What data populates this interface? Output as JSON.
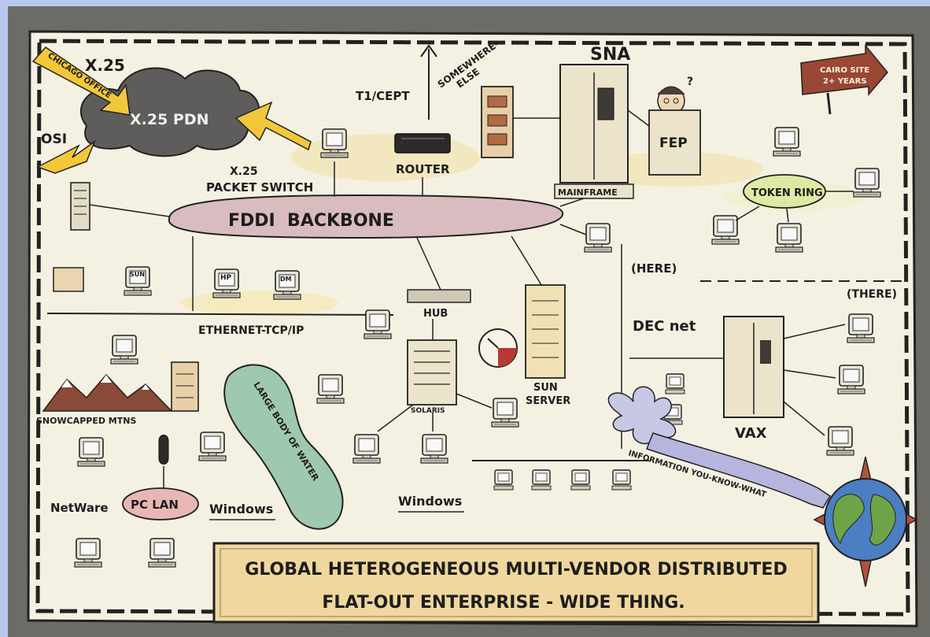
{
  "labels": {
    "x25": "X.25",
    "chicago_office": "CHICAGO OFFICE",
    "x25_pdn": "X.25 PDN",
    "osi": "OSI",
    "t1_cept": "T1/CEPT",
    "somewhere": "SOMEWHERE-",
    "else": "ELSE",
    "sna": "SNA",
    "cairo_1": "CAIRO SITE",
    "cairo_2": "2+ YEARS",
    "packet_switch_1": "X.25",
    "packet_switch_2": "PACKET SWITCH",
    "router": "ROUTER",
    "mainframe": "MAINFRAME",
    "fep": "FEP",
    "token_ring": "TOKEN RING",
    "fddi_backbone": "FDDI  BACKBONE",
    "here": "(HERE)",
    "there": "(THERE)",
    "hub": "HUB",
    "ethernet": "ETHERNET-TCP/IP",
    "decnet": "DEC net",
    "snowcapped": "SNOWCAPPED MTNS",
    "large_body_of_water": "LARGE BODY OF WATER",
    "solaris": "SOLARIS",
    "sun_server_1": "SUN",
    "sun_server_2": "SERVER",
    "vax": "VAX",
    "netware": "NetWare",
    "pc_lan": "PC LAN",
    "windows_1": "Windows",
    "windows_2": "Windows",
    "information": "INFORMATION YOU-KNOW-WHAT",
    "banner_line1": "GLOBAL HETEROGENEOUS MULTI-VENDOR DISTRIBUTED",
    "banner_line2": "FLAT-OUT ENTERPRISE - WIDE THING.",
    "monitor_hp": "HP",
    "monitor_sun": "SUN",
    "monitor_dm": "DM"
  },
  "colors": {
    "page_background": "#b8c8ec",
    "frame": "#6d6b66",
    "paper": "#f4f1e2",
    "cloud": "#5e5d5c",
    "lightning": "#f2c83a",
    "fddi": "#d9bcc0",
    "token_ring": "#dfe9a3",
    "water": "#9fc8b0",
    "banner": "#efd79e",
    "cairo_sign": "#9a4733"
  },
  "icons": [
    "monitor-icon",
    "server-icon",
    "router-icon",
    "hub-icon",
    "mainframe-icon",
    "cloud-icon",
    "lightning-icon",
    "globe-icon",
    "sign-arrow-icon",
    "mouse-icon",
    "gauge-icon",
    "mountain-icon",
    "person-icon"
  ]
}
